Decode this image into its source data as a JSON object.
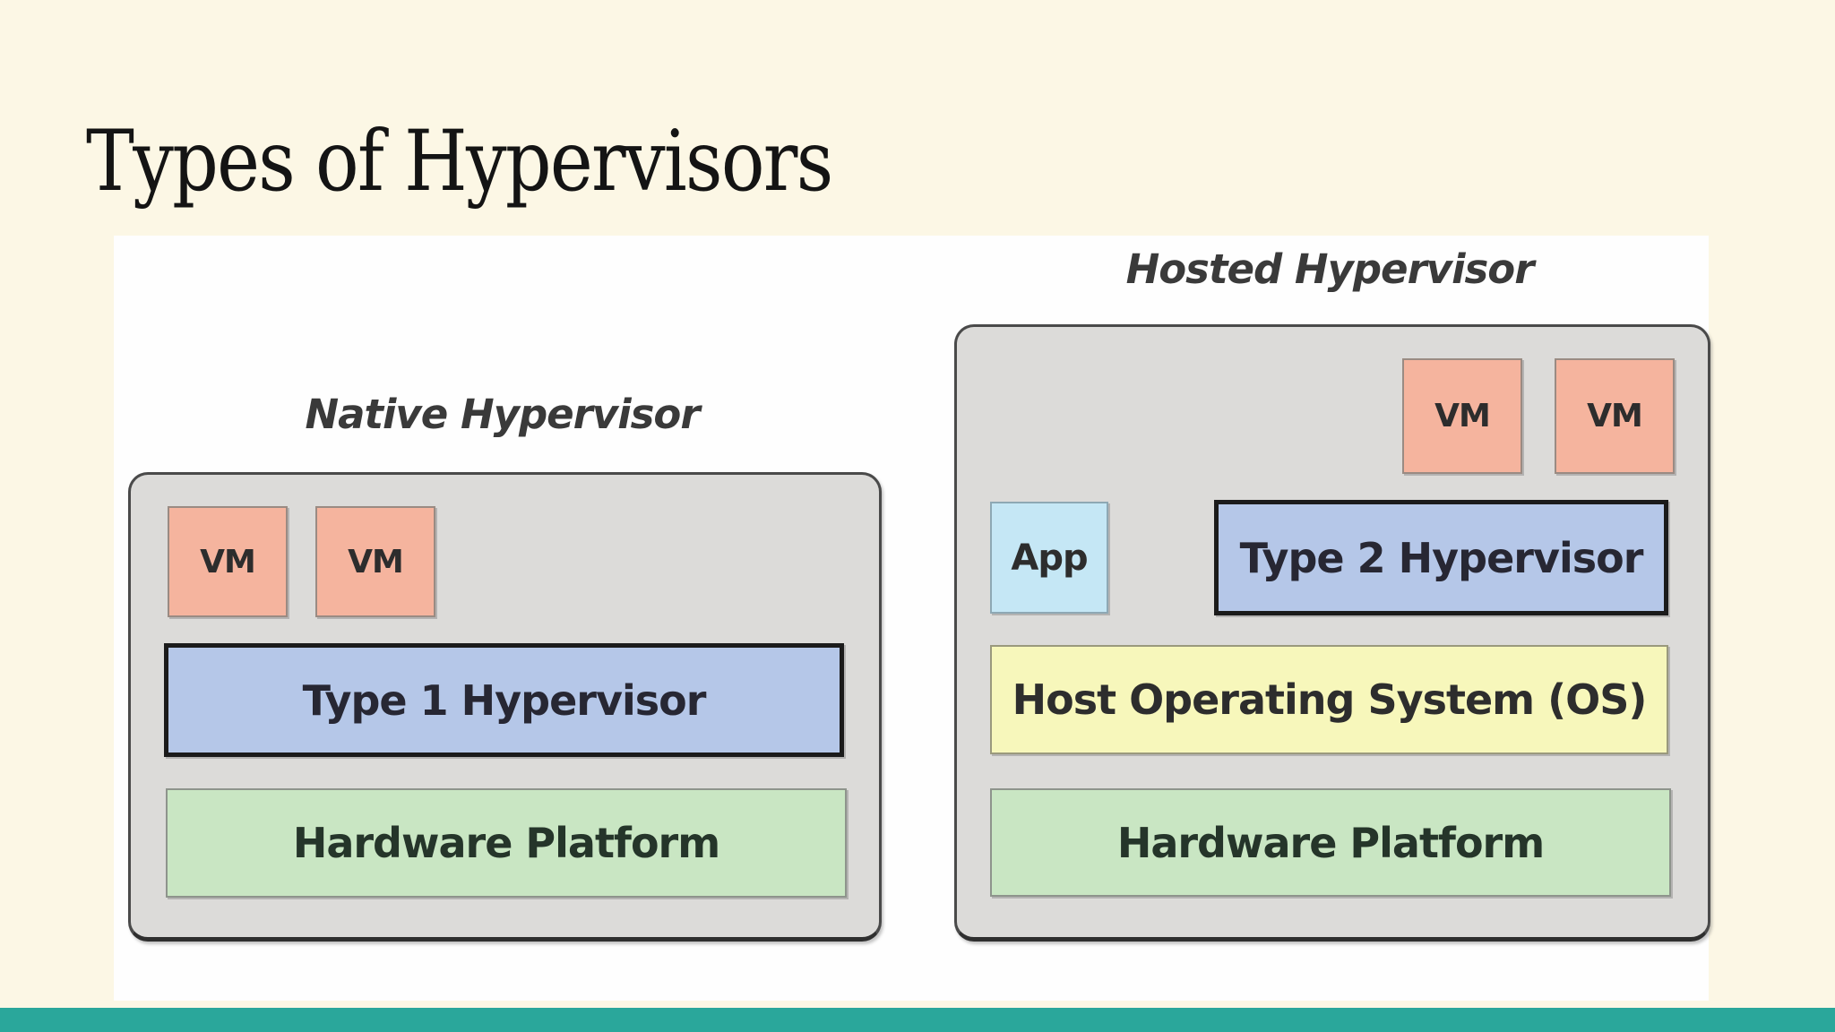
{
  "slide": {
    "title": "Types of Hypervisors"
  },
  "colors": {
    "background": "#fcf7e5",
    "accent_bar": "#2aa79b",
    "panel": "#fefefe",
    "container_fill": "#dcdbd9",
    "vm_fill": "#f5b49e",
    "hypervisor_fill": "#b5c7e8",
    "hardware_fill": "#c9e6c3",
    "os_fill": "#f7f7bb",
    "app_fill": "#c5e7f5"
  },
  "diagram": {
    "native": {
      "caption": "Native Hypervisor",
      "vm1": "VM",
      "vm2": "VM",
      "hypervisor": "Type 1 Hypervisor",
      "hardware": "Hardware Platform"
    },
    "hosted": {
      "caption": "Hosted Hypervisor",
      "vm1": "VM",
      "vm2": "VM",
      "app": "App",
      "hypervisor": "Type 2 Hypervisor",
      "os": "Host Operating System (OS)",
      "hardware": "Hardware Platform"
    }
  }
}
